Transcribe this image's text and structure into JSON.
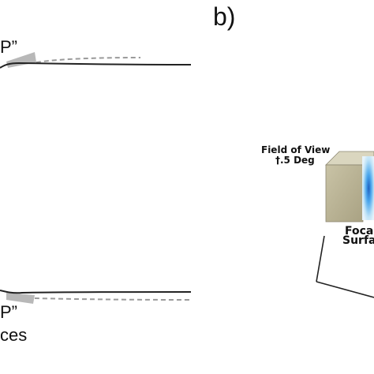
{
  "panel_label": "b)",
  "left_panel": {
    "top_label": "P”",
    "bottom_label": "P”",
    "bottom_caption": "ces"
  },
  "right_panel": {
    "fov_title": "Field of View",
    "fov_value": "†.5 Deg",
    "focal_line1": "Foca",
    "focal_line2": "Surfa"
  },
  "colors": {
    "surface_line": "#222222",
    "dashed_line": "#9a9a9a",
    "gray_wedge": "#b8b8b8",
    "cube_front": "#bdb79a",
    "cube_top": "#dad6bf",
    "cube_blue": "#2a7fd4"
  }
}
